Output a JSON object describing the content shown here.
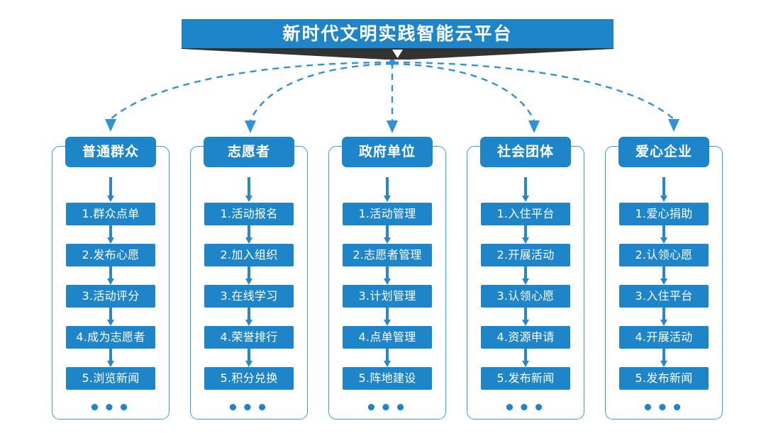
{
  "title": {
    "text": "新时代文明实践智能云平台",
    "banner_color": "#1e85c8",
    "shadow_color": "#333333",
    "text_color": "#ffffff"
  },
  "theme": {
    "accent": "#1e85c8",
    "border": "#36a0dc",
    "arrow": "#2787c9",
    "background": "#ffffff"
  },
  "ellipsis_glyph": "•••",
  "columns": [
    {
      "header": "普通群众",
      "items": [
        "1.群众点单",
        "2.发布心愿",
        "3.活动评分",
        "4.成为志愿者",
        "5.浏览新闻"
      ]
    },
    {
      "header": "志愿者",
      "items": [
        "1.活动报名",
        "2.加入组织",
        "3.在线学习",
        "4.荣誉排行",
        "5.积分兑换"
      ]
    },
    {
      "header": "政府单位",
      "items": [
        "1.活动管理",
        "2.志愿者管理",
        "3.计划管理",
        "4.点单管理",
        "5.阵地建设"
      ]
    },
    {
      "header": "社会团体",
      "items": [
        "1.入住平台",
        "2.开展活动",
        "3.认领心愿",
        "4.资源申请",
        "5.发布新闻"
      ]
    },
    {
      "header": "爱心企业",
      "items": [
        "1.爱心捐助",
        "2.认领心愿",
        "3.入住平台",
        "4.开展活动",
        "5.发布新闻"
      ]
    }
  ]
}
